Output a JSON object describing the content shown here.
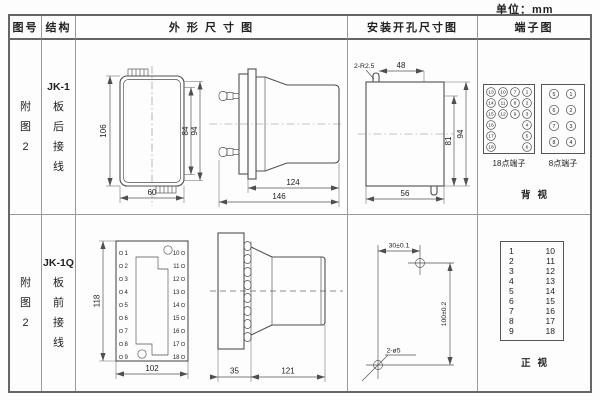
{
  "page": {
    "unit_label": "单位：mm"
  },
  "table": {
    "headers": {
      "fig_no": "图号",
      "structure": "结构",
      "outline": "外 形 尺 寸 图",
      "install": "安装开孔尺寸图",
      "terminal": "端子图"
    }
  },
  "rows": [
    {
      "fig_no": "附图2",
      "model": "JK-1",
      "wiring": "板后接线",
      "outline": {
        "front": {
          "height": "106",
          "win_height": "84",
          "flange_height": "94",
          "width": "60"
        },
        "side": {
          "body_depth": "124",
          "total_depth": "146"
        }
      },
      "install": {
        "slot_note": "2-R2.5",
        "top_width": "48",
        "inner_height": "81",
        "full_height": "94",
        "width": "56"
      },
      "terminal": {
        "t18": {
          "label": "18点端子",
          "col1": [
            "13",
            "14",
            "15",
            "16",
            "17",
            "18"
          ],
          "col2": [
            "10",
            "11",
            "12"
          ],
          "col3": [
            "7",
            "8",
            "9"
          ],
          "col4": [
            "1",
            "2",
            "3",
            "4",
            "5",
            "6"
          ]
        },
        "t8": {
          "label": "8点端子",
          "left": [
            "5",
            "6",
            "7",
            "8"
          ],
          "right": [
            "1",
            "2",
            "3",
            "4"
          ]
        },
        "view_label": "背视"
      }
    },
    {
      "fig_no": "附图2",
      "model": "JK-1Q",
      "wiring": "板前接线",
      "outline": {
        "front": {
          "height": "118",
          "width": "102",
          "left_terminals": [
            "1",
            "2",
            "3",
            "4",
            "5",
            "6",
            "7",
            "8",
            "9"
          ],
          "right_terminals": [
            "10",
            "11",
            "12",
            "13",
            "14",
            "15",
            "16",
            "17",
            "18"
          ]
        },
        "side": {
          "panel_depth": "35",
          "body_depth": "121"
        }
      },
      "install": {
        "h_spacing": "30±0.1",
        "v_spacing": "100±0.2",
        "holes_note": "2-ø5"
      },
      "terminal": {
        "left": [
          "1",
          "2",
          "3",
          "4",
          "5",
          "6",
          "7",
          "8",
          "9"
        ],
        "right": [
          "10",
          "11",
          "12",
          "13",
          "14",
          "15",
          "16",
          "17",
          "18"
        ],
        "view_label": "正视"
      }
    }
  ]
}
